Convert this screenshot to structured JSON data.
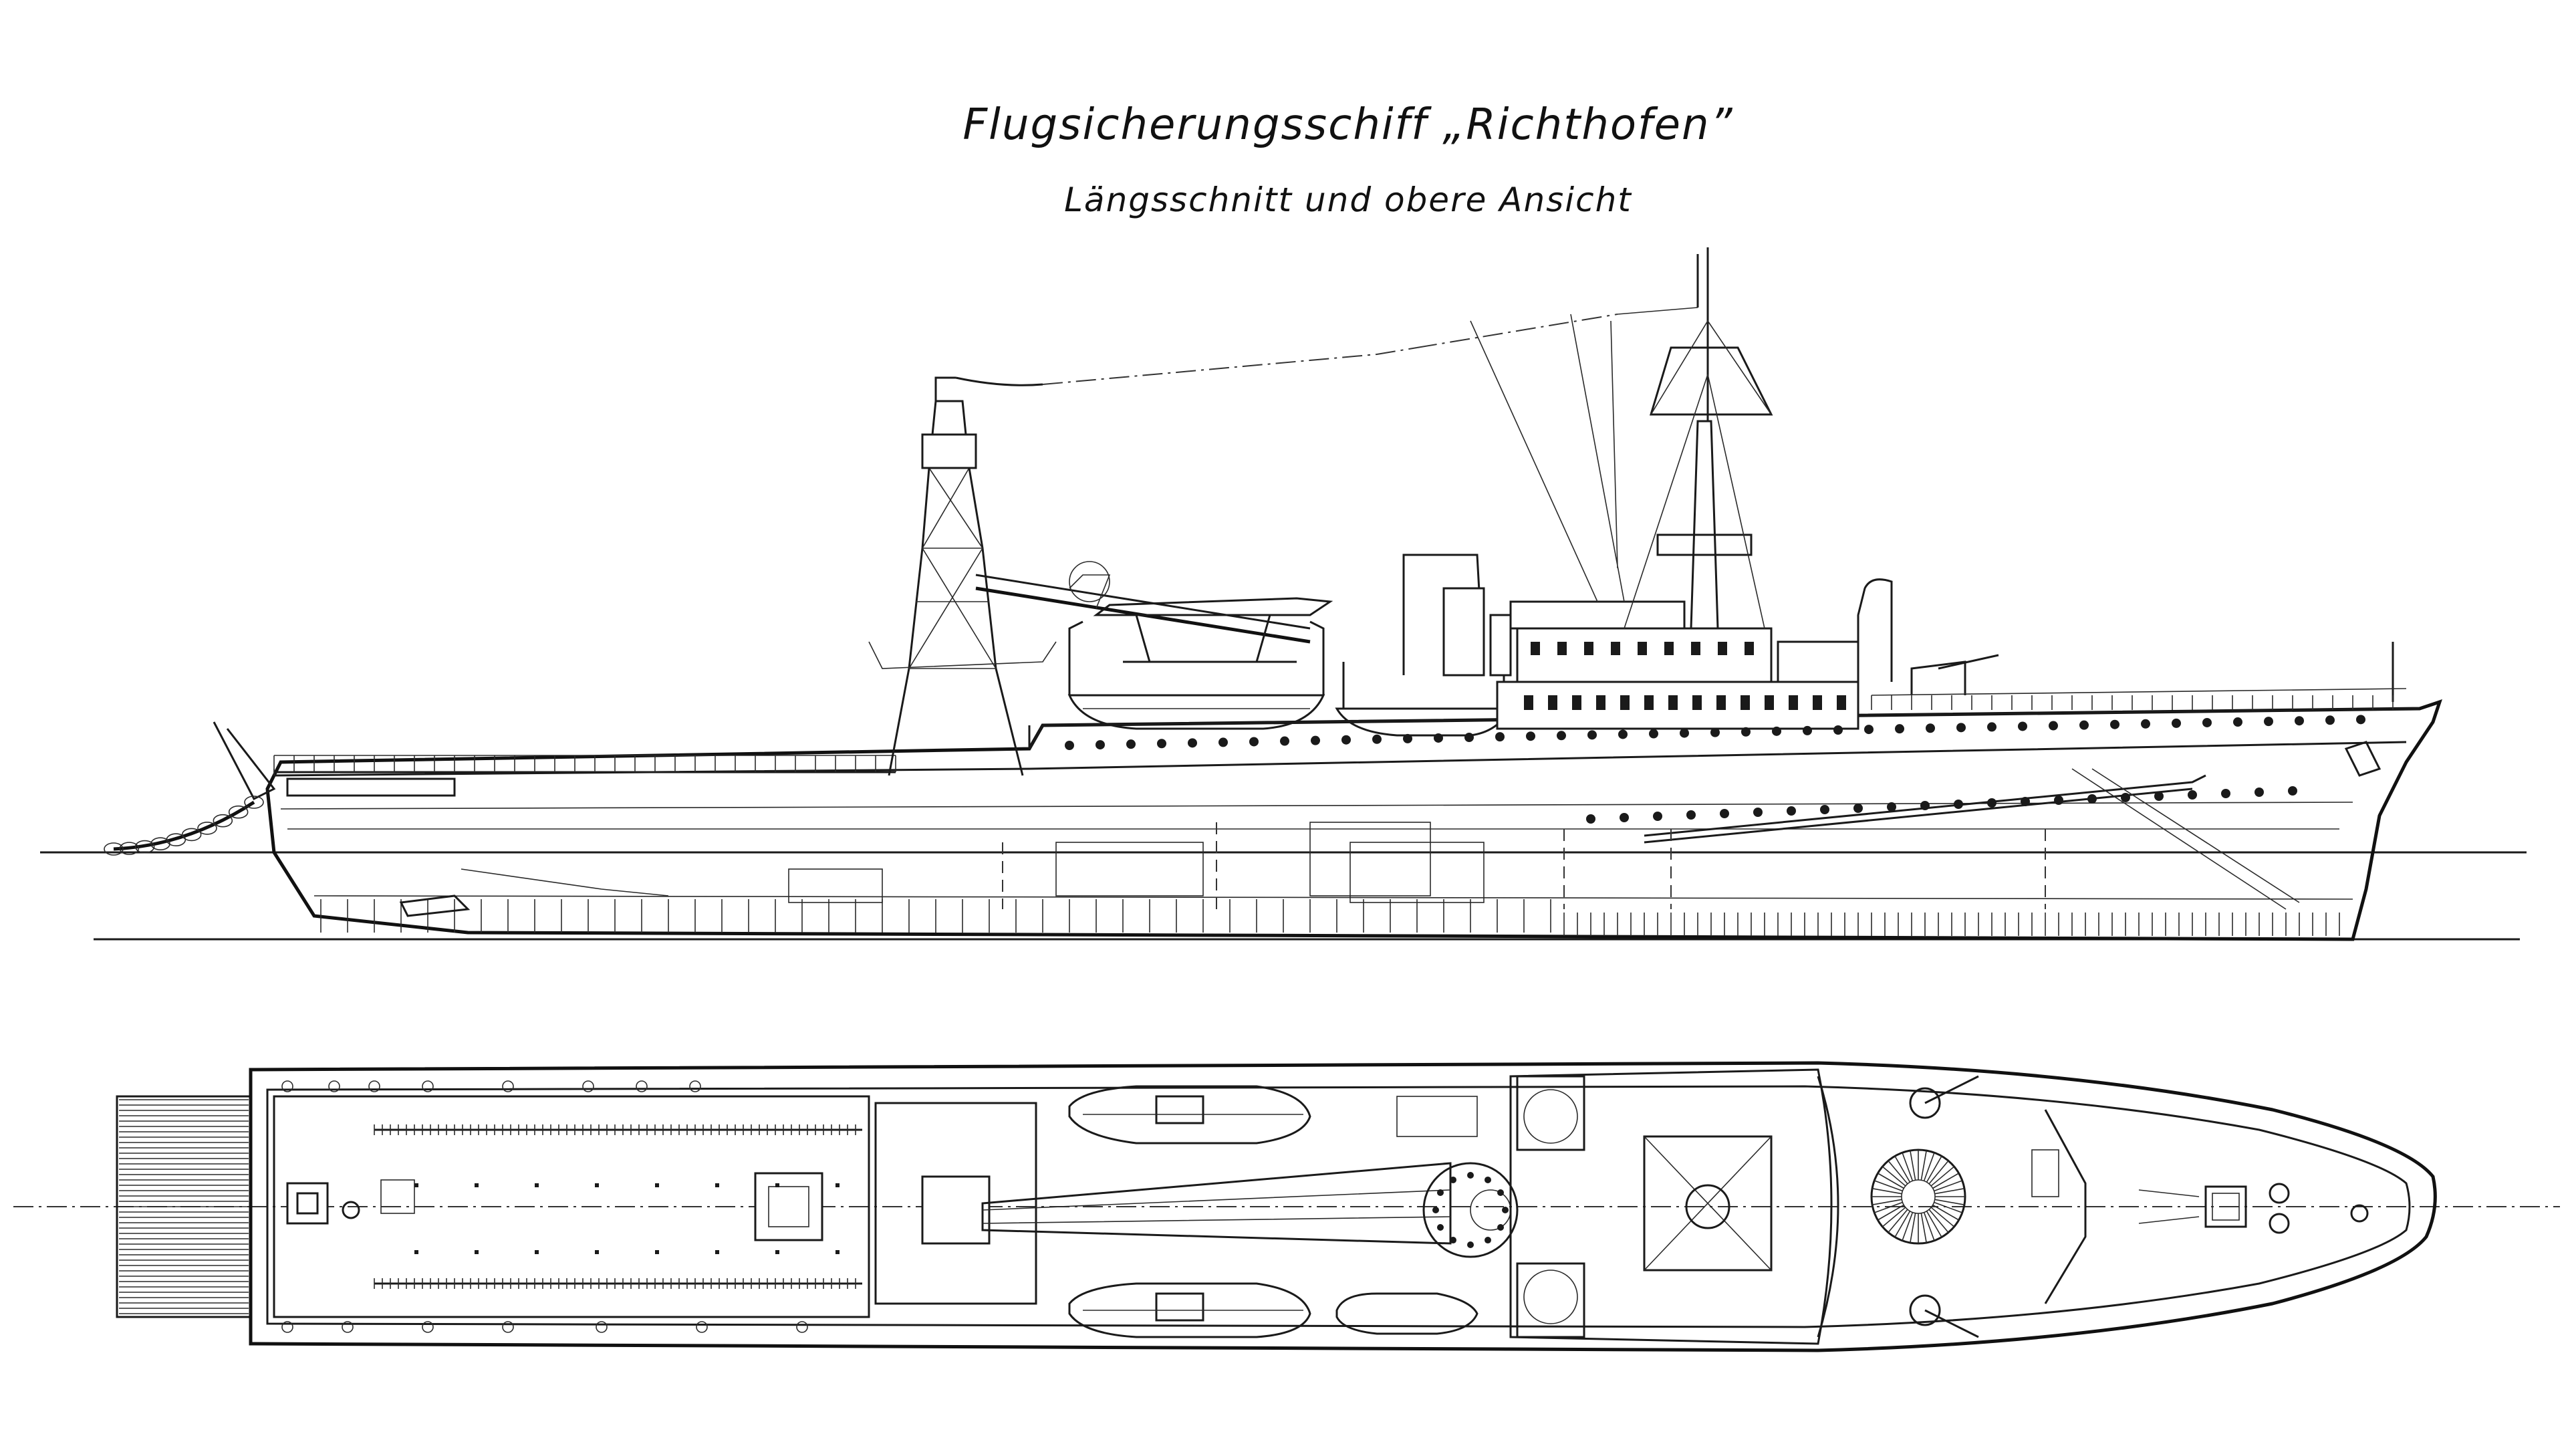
{
  "drawing": {
    "title": "Flugsicherungsschiff „Richthofen”",
    "subtitle": "Längsschnitt und obere Ansicht"
  },
  "views": [
    {
      "id": "side-elevation",
      "icon": "ship-profile-drawing"
    },
    {
      "id": "top-plan",
      "icon": "ship-plan-drawing"
    }
  ],
  "colors": {
    "ink": "#1a1a1a",
    "paper": "#ffffff"
  }
}
